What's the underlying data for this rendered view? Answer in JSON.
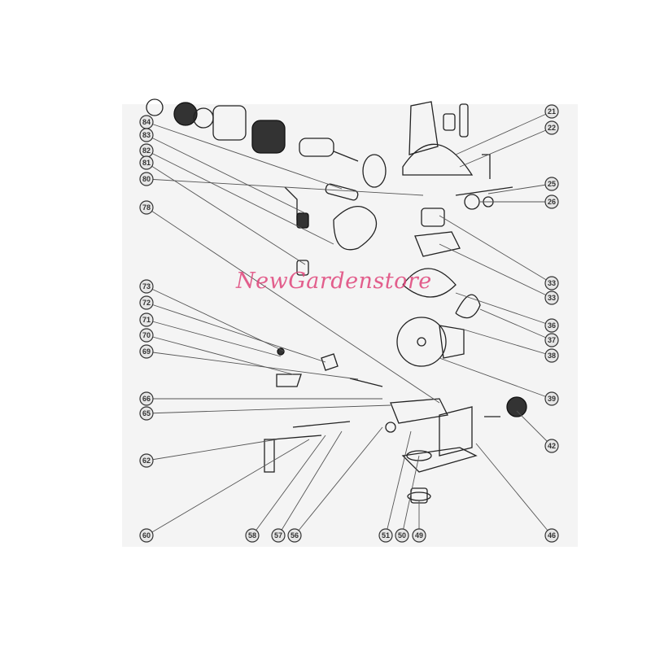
{
  "watermark": "NewGardenstore",
  "callouts": {
    "left": [
      "84",
      "83",
      "82",
      "81",
      "80",
      "78",
      "73",
      "72",
      "71",
      "70",
      "69",
      "66",
      "65",
      "62",
      "60"
    ],
    "right": [
      "21",
      "22",
      "25",
      "26",
      "33",
      "33",
      "36",
      "37",
      "38",
      "39",
      "42",
      "46"
    ],
    "bottom": [
      "58",
      "57",
      "56",
      "51",
      "50",
      "49"
    ]
  },
  "colors": {
    "watermark": "#e0457a",
    "line": "#222222",
    "background": "#f4f4f4"
  }
}
